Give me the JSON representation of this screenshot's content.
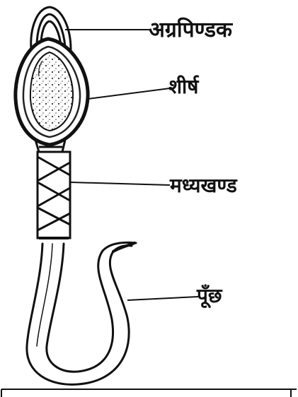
{
  "diagram": {
    "labels": {
      "acrosome": "अग्रपिण्डक",
      "head": "शीर्ष",
      "middle_piece": "मध्यखण्ड",
      "tail": "पूँछ"
    }
  }
}
